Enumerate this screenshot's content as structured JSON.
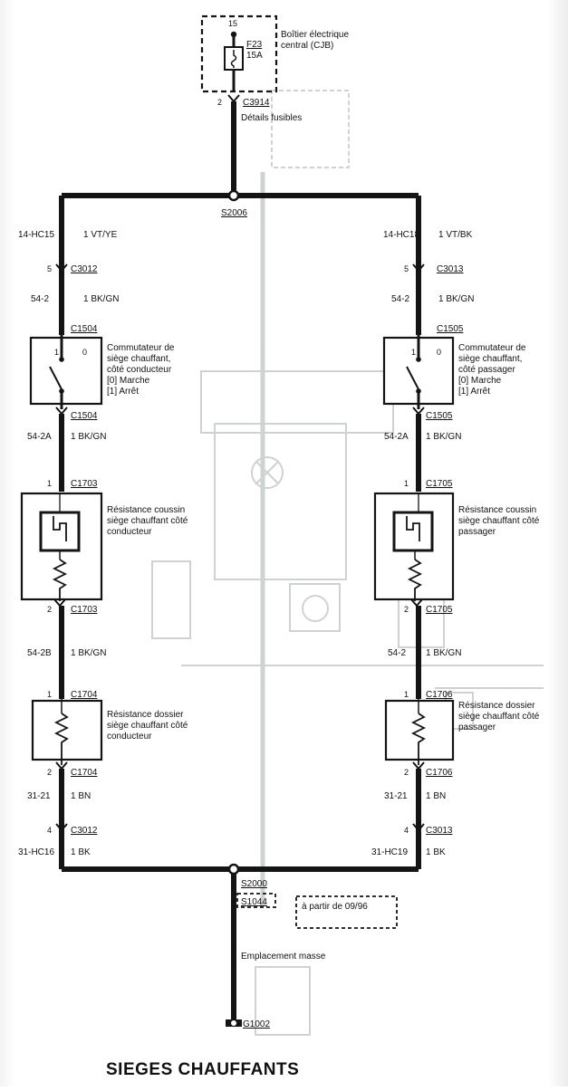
{
  "fuse_box": {
    "pin_top": "15",
    "fuse_id": "F23",
    "fuse_rating": "15A",
    "label_line1": "Boîtier électrique",
    "label_line2": "central (CJB)",
    "pin_bottom": "2",
    "connector": "C3914",
    "details": "Détails fusibles"
  },
  "splice_top": "S2006",
  "left": {
    "circuit_1": "14-HC15",
    "wire_1": "1 VT/YE",
    "pin_c3012": "5",
    "conn_c3012": "C3012",
    "circuit_2": "54-2",
    "wire_2": "1 BK/GN",
    "conn_c1504_top": "C1504",
    "switch_pos1": "1",
    "switch_pos0": "0",
    "switch_label": [
      "Commutateur de",
      "siège chauffant,",
      "côté conducteur",
      "[0] Marche",
      "[1] Arrêt"
    ],
    "conn_c1504_bot": "C1504",
    "circuit_3": "54-2A",
    "wire_3": "1 BK/GN",
    "pin_c1703_top": "1",
    "conn_c1703_top": "C1703",
    "cushion_label": [
      "Résistance coussin",
      "siège chauffant côté",
      "conducteur"
    ],
    "pin_c1703_bot": "2",
    "conn_c1703_bot": "C1703",
    "circuit_4": "54-2B",
    "wire_4": "1 BK/GN",
    "pin_c1704_top": "1",
    "conn_c1704_top": "C1704",
    "back_label": [
      "Résistance dossier",
      "siège chauffant côté",
      "conducteur"
    ],
    "pin_c1704_bot": "2",
    "conn_c1704_bot": "C1704",
    "circuit_5": "31-21",
    "wire_5": "1 BN",
    "pin_c3012_b": "4",
    "conn_c3012_b": "C3012",
    "circuit_6": "31-HC16",
    "wire_6": "1 BK"
  },
  "right": {
    "circuit_1": "14-HC18",
    "wire_1": "1 VT/BK",
    "pin_c3013": "5",
    "conn_c3013": "C3013",
    "circuit_2": "54-2",
    "wire_2": "1 BK/GN",
    "conn_c1505_top": "C1505",
    "switch_pos1": "1",
    "switch_pos0": "0",
    "switch_label": [
      "Commutateur de",
      "siège chauffant,",
      "côté passager",
      "[0] Marche",
      "[1] Arrêt"
    ],
    "conn_c1505_bot": "C1505",
    "circuit_3": "54-2A",
    "wire_3": "1 BK/GN",
    "pin_c1705_top": "1",
    "conn_c1705_top": "C1705",
    "cushion_label": [
      "Résistance coussin",
      "siège chauffant côté",
      "passager"
    ],
    "pin_c1705_bot": "2",
    "conn_c1705_bot": "C1705",
    "circuit_4": "54-2",
    "wire_4": "1 BK/GN",
    "pin_c1706_top": "1",
    "conn_c1706_top": "C1706",
    "back_label": [
      "Résistance dossier",
      "siège chauffant côté",
      "passager"
    ],
    "pin_c1706_bot": "2",
    "conn_c1706_bot": "C1706",
    "circuit_5": "31-21",
    "wire_5": "1 BN",
    "pin_c3013_b": "4",
    "conn_c3013_b": "C3013",
    "circuit_6": "31-HC19",
    "wire_6": "1 BK"
  },
  "ground": {
    "splice": "S2000",
    "splice_alt": "S1044",
    "note": "à partir de 09/96",
    "location": "Emplacement masse",
    "point": "G1002"
  },
  "title": "SIEGES CHAUFFANTS",
  "colors": {
    "wire": "#141414",
    "ghost": "#c4c8c8",
    "paper": "#ffffff"
  }
}
